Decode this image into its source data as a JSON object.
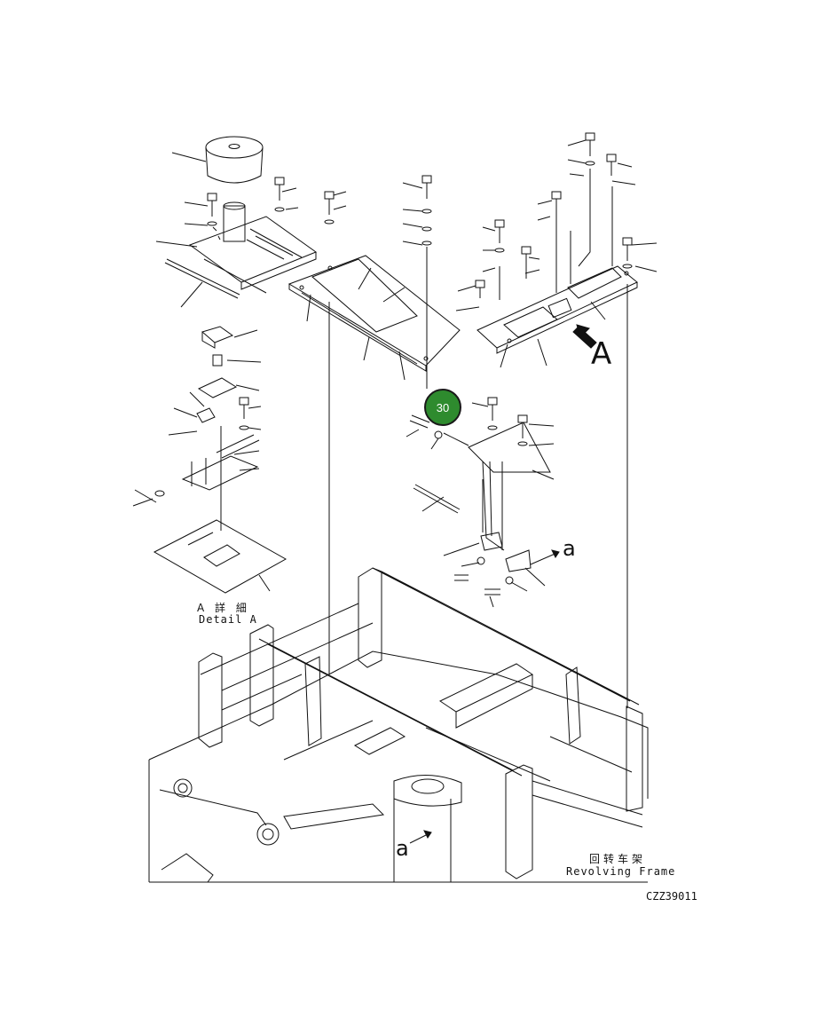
{
  "callout": {
    "number": "30",
    "color": "#2e8b2e"
  },
  "view_marker": {
    "letter": "A"
  },
  "detail": {
    "label_ja": "A 詳 細",
    "label_en": "Detail A"
  },
  "arrow_a_right": {
    "letter": "a"
  },
  "arrow_a_left": {
    "letter": "a"
  },
  "frame": {
    "label_ja": "回转车架",
    "label_en": "Revolving Frame"
  },
  "drawing_code": "CZZ39011",
  "line_color": "#111111"
}
